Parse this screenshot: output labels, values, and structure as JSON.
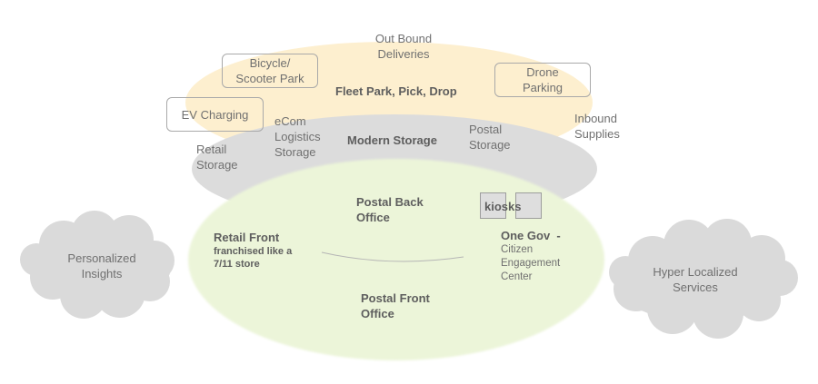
{
  "colors": {
    "fleet_zone": "#fdefcf",
    "storage_zone": "#dcdcdc",
    "office_zone": "#ecf5d9",
    "cloud": "#dadada",
    "box_border": "#a9a9a9",
    "text": "#707070",
    "bold_text": "#5e5e5e"
  },
  "top_labels": {
    "outbound": [
      "Out Bound",
      "Deliveries"
    ],
    "inbound": [
      "Inbound",
      "Supplies"
    ]
  },
  "fleet_zone": {
    "title": "Fleet Park, Pick, Drop",
    "boxes": {
      "bicycle": [
        "Bicycle/",
        "Scooter Park"
      ],
      "drone": [
        "Drone",
        "Parking"
      ],
      "ev": "EV Charging"
    }
  },
  "storage_zone": {
    "title": "Modern Storage",
    "retail": [
      "Retail",
      "Storage"
    ],
    "ecom": [
      "eCom",
      "Logistics",
      "Storage"
    ],
    "postal": [
      "Postal",
      "Storage"
    ]
  },
  "office_zone": {
    "back_office": [
      "Postal Back",
      "Office"
    ],
    "front_office": [
      "Postal Front",
      "Office"
    ],
    "retail_front": {
      "title": "Retail Front",
      "sub": [
        "franchised like a",
        "7/11 store"
      ]
    },
    "kiosks": "kiosks",
    "one_gov": {
      "title": "One Gov  -",
      "sub": [
        "Citizen",
        "Engagement",
        "Center"
      ]
    }
  },
  "clouds": {
    "left": [
      "Personalized",
      "Insights"
    ],
    "right": [
      "Hyper Localized",
      "Services"
    ]
  }
}
